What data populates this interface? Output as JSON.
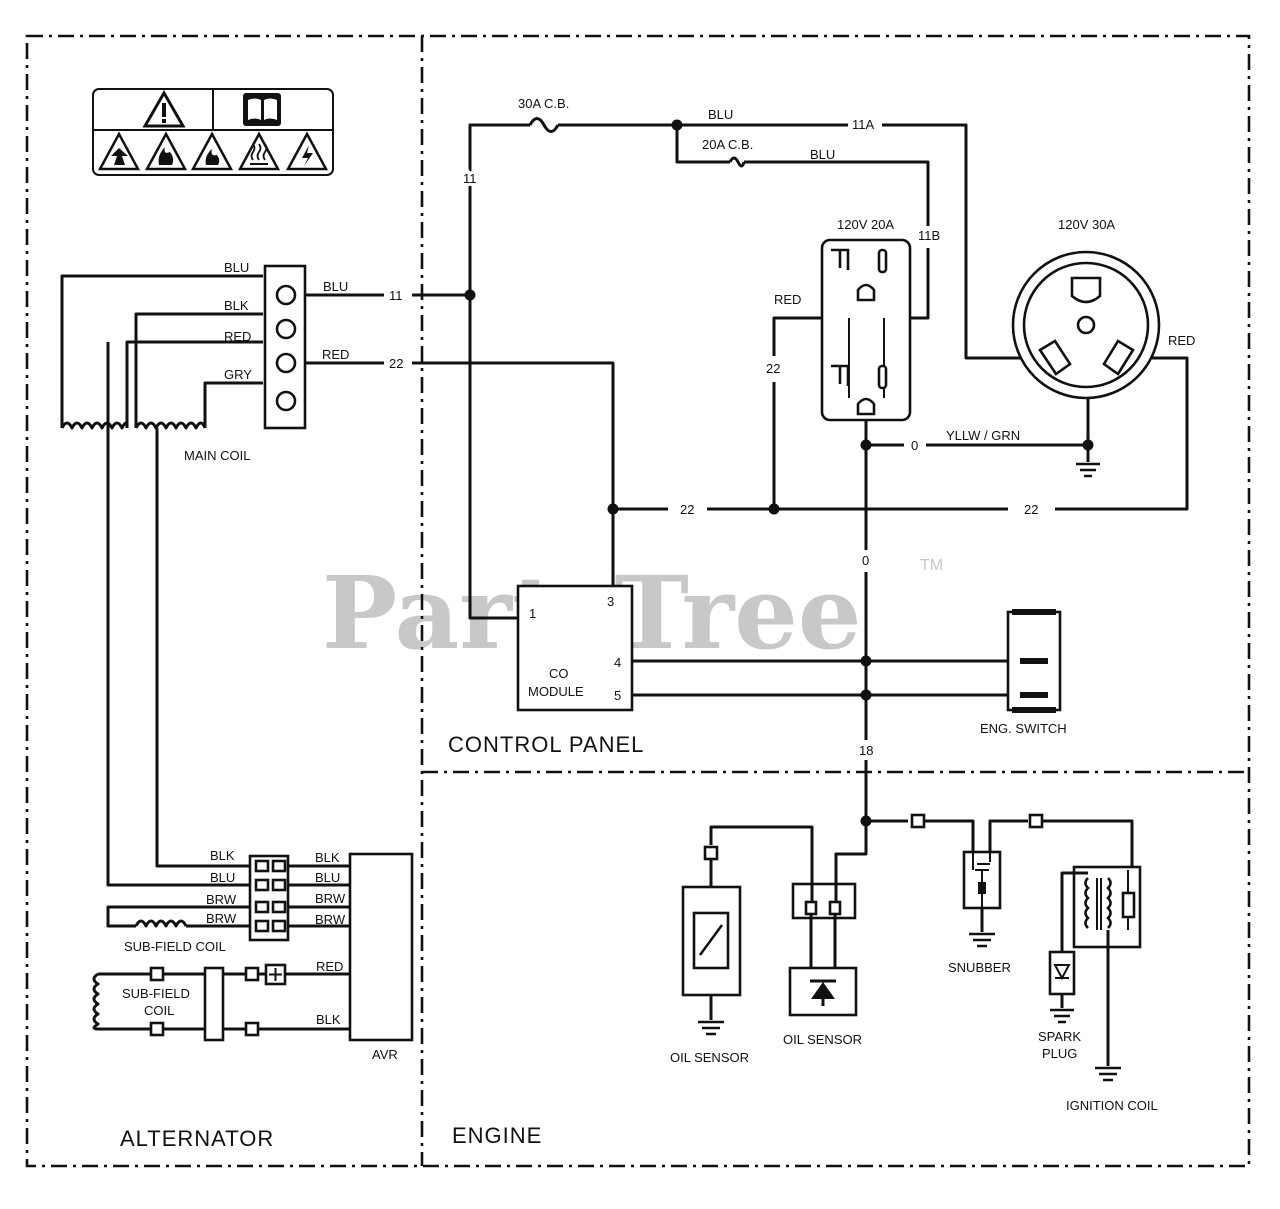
{
  "sections": {
    "alternator": "ALTERNATOR",
    "control_panel": "CONTROL PANEL",
    "engine": "ENGINE"
  },
  "watermark": {
    "text": "PartsTree",
    "tm": "TM"
  },
  "icons": [
    "warning-triangle-icon",
    "manual-book-icon",
    "explosion-hazard-icon",
    "fire-hazard-icon",
    "flammable-hazard-icon",
    "hot-surface-icon",
    "electric-shock-icon"
  ],
  "components": {
    "breaker_30a": "30A C.B.",
    "breaker_20a": "20A C.B.",
    "outlet_20a": "120V 20A",
    "outlet_30a": "120V 30A",
    "main_coil": "MAIN COIL",
    "co_module_line1": "CO",
    "co_module_line2": "MODULE",
    "eng_switch": "ENG. SWITCH",
    "sub_field_coil": "SUB-FIELD COIL",
    "sub_field_coil2_line1": "SUB-FIELD",
    "sub_field_coil2_line2": "COIL",
    "avr": "AVR",
    "oil_sensor_1": "OIL SENSOR",
    "oil_sensor_2": "OIL SENSOR",
    "snubber": "SNUBBER",
    "spark_plug_line1": "SPARK",
    "spark_plug_line2": "PLUG",
    "ignition_coil": "IGNITION COIL"
  },
  "co_module_pins": {
    "p1": "1",
    "p3": "3",
    "p4": "4",
    "p5": "5"
  },
  "wire_labels": {
    "blu_top": "BLU",
    "wire_11a": "11A",
    "blu_20a": "BLU",
    "wire_11_vertical": "11",
    "wire_11b": "11B",
    "main_blu": "BLU",
    "main_blk": "BLK",
    "main_red": "RED",
    "main_gry": "GRY",
    "term_blu": "BLU",
    "wire_11_h": "11",
    "term_red": "RED",
    "wire_22_h": "22",
    "outlet_red": "RED",
    "wire_22_v": "22",
    "outlet30_red": "RED",
    "wire_0_h": "0",
    "yllw_grn": "YLLW  /  GRN",
    "bus_22_left": "22",
    "bus_22_right": "22",
    "wire_0_v": "0",
    "wire_18": "18",
    "avr_l_blk": "BLK",
    "avr_l_blu": "BLU",
    "avr_l_brw1": "BRW",
    "avr_l_brw2": "BRW",
    "avr_r_blk": "BLK",
    "avr_r_blu": "BLU",
    "avr_r_brw1": "BRW",
    "avr_r_brw2": "BRW",
    "avr_red": "RED",
    "avr_blk": "BLK"
  }
}
